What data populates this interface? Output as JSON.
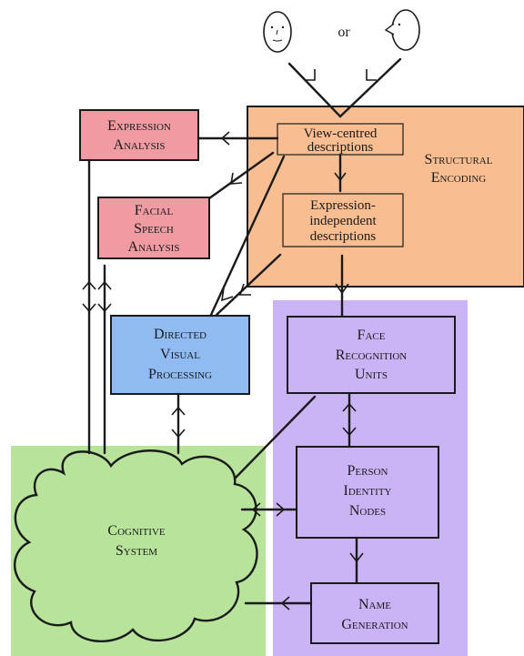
{
  "diagram": {
    "faces": {
      "separator": "or"
    },
    "structural_encoding": {
      "line1": "Structural",
      "line2": "Encoding",
      "view_centred": [
        "View-centred",
        "descriptions"
      ],
      "expression_independent": [
        "Expression-",
        "independent",
        "descriptions"
      ]
    },
    "expression_analysis": [
      "Expression",
      "Analysis"
    ],
    "facial_speech_analysis": [
      "Facial",
      "Speech",
      "Analysis"
    ],
    "directed_visual_processing": [
      "Directed",
      "Visual",
      "Processing"
    ],
    "face_recognition_units": [
      "Face",
      "Recognition",
      "Units"
    ],
    "person_identity_nodes": [
      "Person",
      "Identity",
      "Nodes"
    ],
    "name_generation": [
      "Name",
      "Generation"
    ],
    "cognitive_system": [
      "Cognitive",
      "System"
    ],
    "colors": {
      "structural_fill": "#F8BE92",
      "expression_fill": "#F09AA2",
      "directed_fill": "#8FBBF2",
      "recognition_region": "#CBB4F5",
      "cognitive_region": "#B7E49A",
      "line": "#1a1a1a"
    }
  }
}
